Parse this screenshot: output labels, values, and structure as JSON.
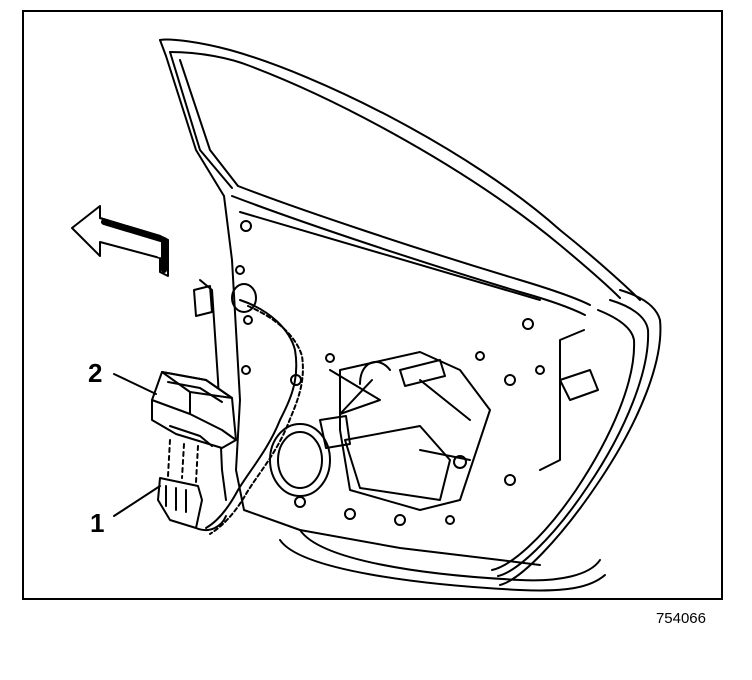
{
  "figure": {
    "callouts": [
      "1",
      "2"
    ],
    "figure_number": "754066"
  },
  "colors": {
    "ink": "#000000",
    "paper": "#ffffff"
  }
}
